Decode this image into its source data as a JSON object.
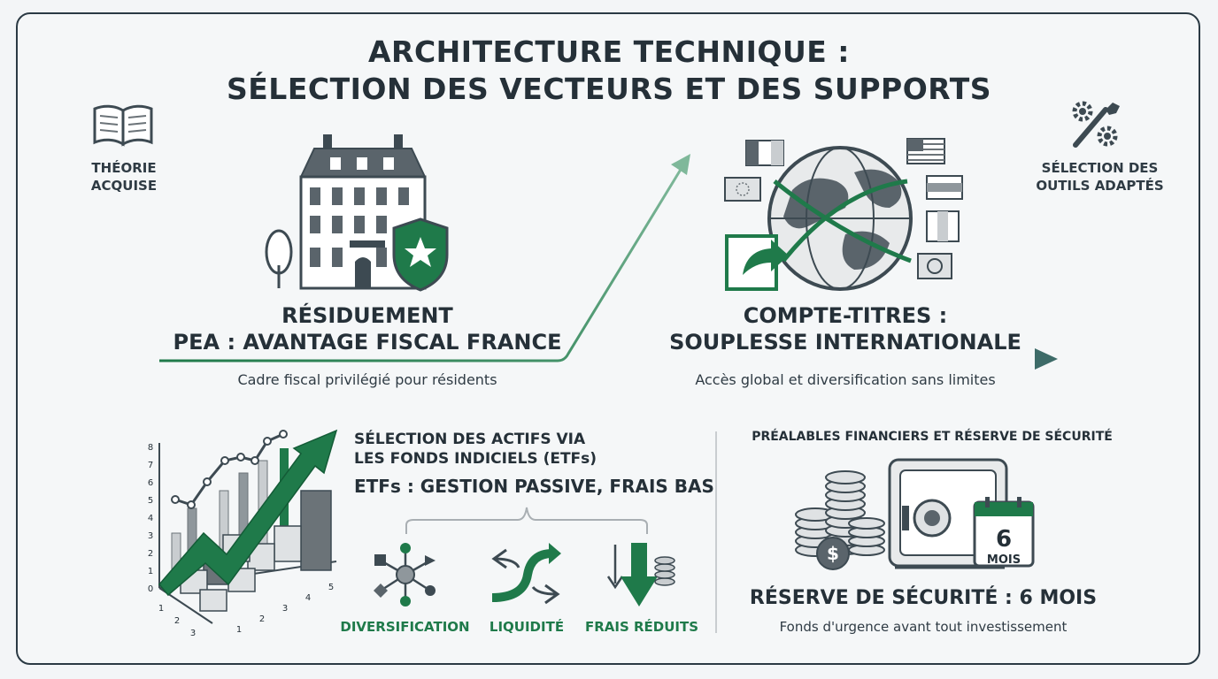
{
  "title": {
    "line1": "ARCHITECTURE TECHNIQUE :",
    "line2": "SÉLECTION DES VECTEURS ET DES SUPPORTS"
  },
  "left_side": {
    "line1": "THÉORIE",
    "line2": "ACQUISE",
    "icon": "open-book-icon"
  },
  "right_side": {
    "line1": "SÉLECTION DES",
    "line2": "OUTILS ADAPTÉS",
    "icon": "gears-wrench-icon"
  },
  "pea": {
    "heading_line1": "RÉSIDUEMENT",
    "heading_line2": "PEA : AVANTAGE FISCAL FRANCE",
    "subtitle": "Cadre fiscal privilégié pour résidents",
    "icon": "mansion-shield-icon"
  },
  "cto": {
    "heading_line1": "COMPTE-TITRES :",
    "heading_line2": "SOUPLESSE INTERNATIONALE",
    "subtitle": "Accès global et diversification sans limites",
    "icon": "globe-flags-icon"
  },
  "etf": {
    "heading_line1": "SÉLECTION DES ACTIFS VIA",
    "heading_line2": "LES FONDS INDICIELS (ETFs)",
    "subheading": "ETFs : GESTION PASSIVE, FRAIS BAS",
    "features": [
      {
        "label": "DIVERSIFICATION",
        "icon": "network-nodes-icon"
      },
      {
        "label": "LIQUIDITÉ",
        "icon": "swap-arrows-icon"
      },
      {
        "label": "FRAIS RÉDUITS",
        "icon": "down-arrow-coins-icon"
      }
    ],
    "chart_y_ticks": [
      "0",
      "1",
      "2",
      "3",
      "4",
      "5",
      "6",
      "7",
      "8"
    ],
    "chart_x_front": [
      "1",
      "2",
      "3"
    ],
    "chart_x_back": [
      "1",
      "2",
      "3",
      "4",
      "5"
    ]
  },
  "reserve": {
    "heading": "PRÉALABLES FINANCIERS ET RÉSERVE DE SÉCURITÉ",
    "main": "RÉSERVE DE SÉCURITÉ : 6 MOIS",
    "subtitle": "Fonds d'urgence avant tout investissement",
    "calendar_number": "6",
    "calendar_unit": "MOIS",
    "icon": "safe-coins-icon"
  },
  "colors": {
    "green": "#1f7a4a",
    "dark": "#253038",
    "grey": "#6b7378"
  }
}
